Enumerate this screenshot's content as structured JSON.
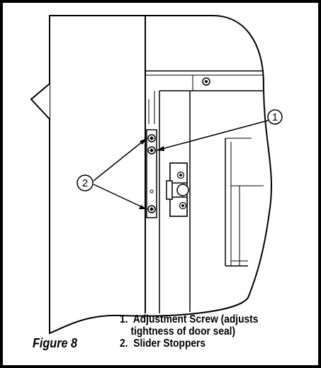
{
  "figure": {
    "label": "Figure 8",
    "callouts": [
      "1",
      "2"
    ]
  },
  "legend": {
    "item1_num": "1.",
    "item1_line1": "Adjustment Screw (adjusts",
    "item1_line2": "tightness of door seal)",
    "item2_num": "2.",
    "item2_text": "Slider Stoppers"
  }
}
